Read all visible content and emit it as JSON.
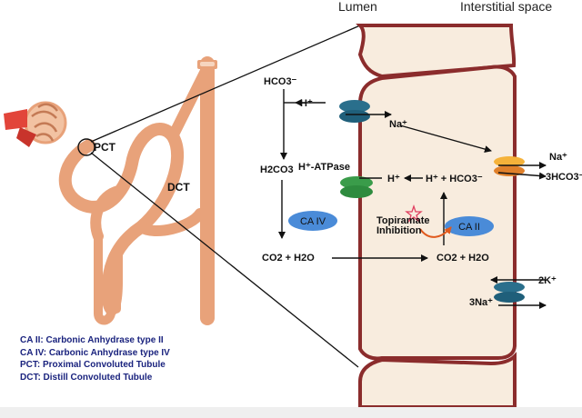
{
  "headers": {
    "lumen": "Lumen",
    "interstitial": "Interstitial space"
  },
  "kidney": {
    "pct": "PCT",
    "dct": "DCT"
  },
  "lumen_side": {
    "hco3_top": "HCO3⁻",
    "h_plus_top": "H⁺",
    "h2co3": "H2CO3",
    "h_atpase": "H⁺-ATPase",
    "ca4": "CA IV",
    "co2_h2o_left": "CO2 + H2O"
  },
  "cell": {
    "na_in": "Na⁺",
    "h_plus_mid": "H⁺",
    "h_hco3": "H⁺ + HCO3⁻",
    "ca2": "CA II",
    "topiramate": "Topiramate",
    "inhibition": "Inhibition",
    "co2_h2o_right": "CO2 + H2O"
  },
  "interstitial": {
    "na_out": "Na⁺",
    "hco3_out": "3HCO3⁻",
    "k_in": "2K⁺",
    "na3_out": "3Na⁺"
  },
  "legend": [
    "CA II: Carbonic Anhydrase type II",
    "CA IV: Carbonic Anhydrase type IV",
    "PCT: Proximal Convoluted Tubule",
    "DCT: Distill Convoluted Tubule"
  ],
  "colors": {
    "tubule": "#e8a27a",
    "cell_fill": "#f8ecde",
    "membrane": "#8b2c2c",
    "exchanger": "#1f5f7a",
    "atpase": "#2e8b3e",
    "cotransporter": "#f0a030",
    "enzyme": "#4a8bd8",
    "atpase_label": "#d32f2f",
    "legend_text": "#1a237e"
  }
}
